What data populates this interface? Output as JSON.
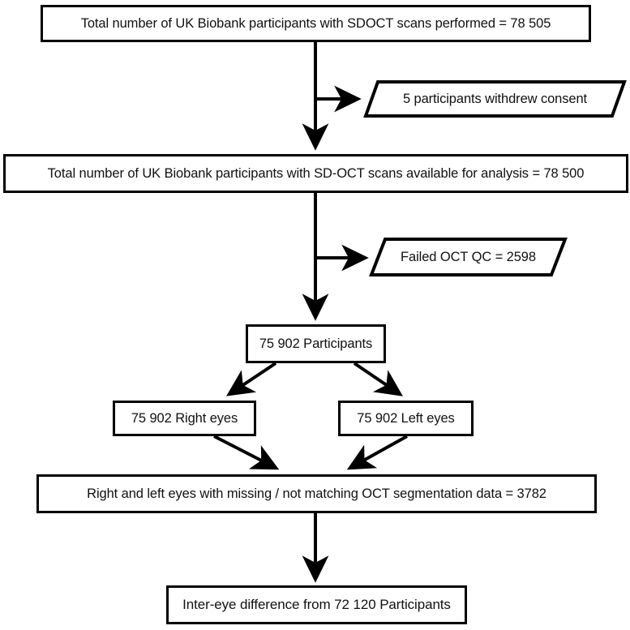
{
  "diagram": {
    "title": "UK Biobank SD-OCT participant flow",
    "type": "flowchart",
    "stroke_color": "#000000",
    "fill_color": "#ffffff",
    "text_color": "#111111",
    "nodes": [
      {
        "id": "total-scans",
        "shape": "rectangle",
        "label": "Total number of UK Biobank participants with SDOCT scans performed = 78 505"
      },
      {
        "id": "withdrew",
        "shape": "parallelogram",
        "label": "5 participants withdrew consent"
      },
      {
        "id": "total-available",
        "shape": "rectangle",
        "label": "Total number of UK Biobank participants with SD-OCT scans available for analysis = 78 500"
      },
      {
        "id": "failed-qc",
        "shape": "parallelogram",
        "label": "Failed OCT QC = 2598"
      },
      {
        "id": "participants",
        "shape": "rectangle",
        "label": "75 902 Participants"
      },
      {
        "id": "right-eyes",
        "shape": "rectangle",
        "label": "75 902 Right eyes"
      },
      {
        "id": "left-eyes",
        "shape": "rectangle",
        "label": "75 902 Left eyes"
      },
      {
        "id": "missing-data",
        "shape": "rectangle",
        "label": "Right and left eyes with missing / not matching OCT segmentation data = 3782"
      },
      {
        "id": "inter-eye",
        "shape": "rectangle",
        "label": "Inter-eye difference from 72 120 Participants"
      }
    ],
    "edges": [
      {
        "from": "total-scans",
        "to": "withdrew",
        "style": "branch-right"
      },
      {
        "from": "total-scans",
        "to": "total-available",
        "style": "straight-down"
      },
      {
        "from": "total-available",
        "to": "failed-qc",
        "style": "branch-right"
      },
      {
        "from": "total-available",
        "to": "participants",
        "style": "straight-down"
      },
      {
        "from": "participants",
        "to": "right-eyes",
        "style": "diagonal-left"
      },
      {
        "from": "participants",
        "to": "left-eyes",
        "style": "diagonal-right"
      },
      {
        "from": "right-eyes",
        "to": "missing-data",
        "style": "diagonal-right"
      },
      {
        "from": "left-eyes",
        "to": "missing-data",
        "style": "diagonal-left"
      },
      {
        "from": "missing-data",
        "to": "inter-eye",
        "style": "straight-down"
      }
    ]
  }
}
